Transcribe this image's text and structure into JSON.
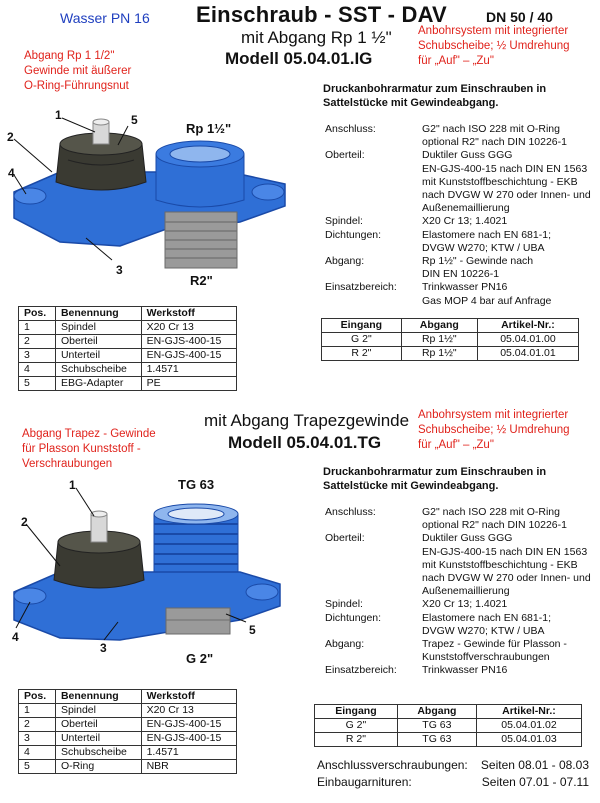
{
  "header": {
    "series": "Wasser PN 16",
    "title": "Einschraub - SST - DAV",
    "size": "DN 50 / 40"
  },
  "section1": {
    "subtitle": "mit Abgang Rp 1 ½\"",
    "model": "Modell 05.04.01.IG",
    "left_note": [
      "Abgang Rp 1 1/2\"",
      "Gewinde mit äußerer",
      "O-Ring-Führungsnut"
    ],
    "right_note": [
      "Anbohrsystem mit integrierter",
      "Schubscheibe; ½ Umdrehung",
      "für „Auf\" – „Zu\""
    ],
    "labels": {
      "n1": "1",
      "n2": "2",
      "n3": "3",
      "n4": "4",
      "n5": "5",
      "top_thread": "Rp 1½\"",
      "bottom_thread": "R2\""
    },
    "desc": [
      "Druckanbohrarmatur zum Einschrauben in",
      "Sattelstücke mit Gewindeabgang."
    ],
    "specs": [
      {
        "k": "Anschluss:",
        "v": [
          "G2\" nach ISO 228 mit O-Ring",
          "optional R2\" nach DIN 10226-1"
        ]
      },
      {
        "k": "Oberteil:",
        "v": [
          "Duktiler Guss GGG",
          "EN-GJS-400-15 nach DIN EN 1563",
          "mit Kunststoffbeschichtung - EKB",
          "nach DVGW W 270 oder Innen- und",
          "Außenemaillierung"
        ]
      },
      {
        "k": "Spindel:",
        "v": [
          "X20 Cr 13; 1.4021"
        ]
      },
      {
        "k": "Dichtungen:",
        "v": [
          "Elastomere nach EN 681-1;",
          "DVGW W270;  KTW / UBA"
        ]
      },
      {
        "k": "Abgang:",
        "v": [
          "Rp 1½\" - Gewinde nach",
          "DIN EN 10226-1"
        ]
      },
      {
        "k": "Einsatzbereich:",
        "v": [
          "Trinkwasser  PN16",
          "Gas MOP 4 bar auf Anfrage"
        ]
      }
    ],
    "parts_header": [
      "Pos.",
      "Benennung",
      "Werkstoff"
    ],
    "parts": [
      [
        "1",
        "Spindel",
        "X20 Cr 13"
      ],
      [
        "2",
        "Oberteil",
        "EN-GJS-400-15"
      ],
      [
        "3",
        "Unterteil",
        "EN-GJS-400-15"
      ],
      [
        "4",
        "Schubscheibe",
        "1.4571"
      ],
      [
        "5",
        "EBG-Adapter",
        "PE"
      ]
    ],
    "order_header": [
      "Eingang",
      "Abgang",
      "Artikel-Nr.:"
    ],
    "order": [
      [
        "G 2\"",
        "Rp 1½\"",
        "05.04.01.00"
      ],
      [
        "R 2\"",
        "Rp 1½\"",
        "05.04.01.01"
      ]
    ]
  },
  "section2": {
    "subtitle": "mit Abgang Trapezgewinde",
    "model": "Modell 05.04.01.TG",
    "left_note": [
      "Abgang Trapez - Gewinde",
      "für Plasson Kunststoff -",
      "Verschraubungen"
    ],
    "right_note": [
      "Anbohrsystem mit integrierter",
      "Schubscheibe; ½ Umdrehung",
      "für „Auf\" – „Zu\""
    ],
    "labels": {
      "n1": "1",
      "n2": "2",
      "n3": "3",
      "n4": "4",
      "n5": "5",
      "top_thread": "TG 63",
      "bottom_thread": "G 2\""
    },
    "desc": [
      "Druckanbohrarmatur zum Einschrauben in",
      "Sattelstücke mit Gewindeabgang."
    ],
    "specs": [
      {
        "k": "Anschluss:",
        "v": [
          "G2\" nach ISO 228 mit O-Ring",
          "optional R2\" nach DIN 10226-1"
        ]
      },
      {
        "k": "Oberteil:",
        "v": [
          "Duktiler Guss GGG",
          "EN-GJS-400-15 nach DIN EN 1563",
          "mit Kunststoffbeschichtung - EKB",
          "nach DVGW W 270 oder Innen- und",
          "Außenemaillierung"
        ]
      },
      {
        "k": "Spindel:",
        "v": [
          "X20 Cr 13; 1.4021"
        ]
      },
      {
        "k": "Dichtungen:",
        "v": [
          "Elastomere nach EN 681-1;",
          "DVGW W270;  KTW / UBA"
        ]
      },
      {
        "k": "Abgang:",
        "v": [
          "Trapez - Gewinde für Plasson -",
          "Kunststoffverschraubungen"
        ]
      },
      {
        "k": "Einsatzbereich:",
        "v": [
          "Trinkwasser  PN16"
        ]
      }
    ],
    "parts_header": [
      "Pos.",
      "Benennung",
      "Werkstoff"
    ],
    "parts": [
      [
        "1",
        "Spindel",
        "X20 Cr 13"
      ],
      [
        "2",
        "Oberteil",
        "EN-GJS-400-15"
      ],
      [
        "3",
        "Unterteil",
        "EN-GJS-400-15"
      ],
      [
        "4",
        "Schubscheibe",
        "1.4571"
      ],
      [
        "5",
        "O-Ring",
        "NBR"
      ]
    ],
    "order_header": [
      "Eingang",
      "Abgang",
      "Artikel-Nr.:"
    ],
    "order": [
      [
        "G 2\"",
        "TG 63",
        "05.04.01.02"
      ],
      [
        "R 2\"",
        "TG 63",
        "05.04.01.03"
      ]
    ]
  },
  "footer": {
    "links": [
      {
        "label": "Anschlussverschraubungen:",
        "pages": "Seiten 08.01 - 08.03"
      },
      {
        "label": "Einbaugarnituren:",
        "pages": "Seiten 07.01 - 07.11"
      }
    ]
  },
  "colors": {
    "accent_blue": "#1f3fbf",
    "note_red": "#e0231c",
    "fitting_blue": "#2f6fd6",
    "seal_dark": "#3a3a32",
    "thread_gray": "#9a9a9a"
  }
}
